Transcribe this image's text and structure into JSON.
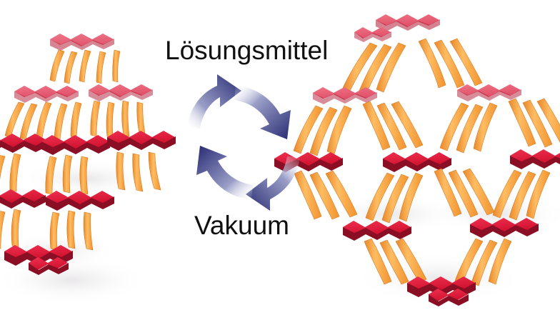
{
  "figure": {
    "kind": "reversible-framework-breathing-diagram",
    "background_color": "#ffffff"
  },
  "cycle": {
    "top_label": "Lösungsmittel",
    "bottom_label": "Vakuum",
    "label_color": "#101010",
    "arrow_color_dark": "#2b2f7e",
    "arrow_color_fade": "#ffffff",
    "arrows": [
      {
        "name": "arrow-top-left",
        "direction": "up-right",
        "phase": "solvent"
      },
      {
        "name": "arrow-top-right",
        "direction": "down-right",
        "phase": "solvent"
      },
      {
        "name": "arrow-bottom-right",
        "direction": "down-left",
        "phase": "vacuum"
      },
      {
        "name": "arrow-bottom-left",
        "direction": "up-left",
        "phase": "vacuum"
      }
    ]
  },
  "structures": {
    "left": {
      "name": "contracted-framework",
      "state": "contracted",
      "node_color_top": "#e01b3c",
      "node_color_side": "#8b0f24",
      "node_color_far": "#e8667a",
      "linker_color": "#f9a03a",
      "linker_color_light": "#ffc271",
      "linker_style": "short-bowed",
      "pore": "closed"
    },
    "right": {
      "name": "expanded-framework",
      "state": "expanded",
      "node_color_top": "#e01b3c",
      "node_color_side": "#8b0f24",
      "node_color_far": "#e8667a",
      "linker_color": "#f9a03a",
      "linker_color_light": "#ffc271",
      "linker_style": "long-straight",
      "pore": "open-diamond"
    }
  }
}
